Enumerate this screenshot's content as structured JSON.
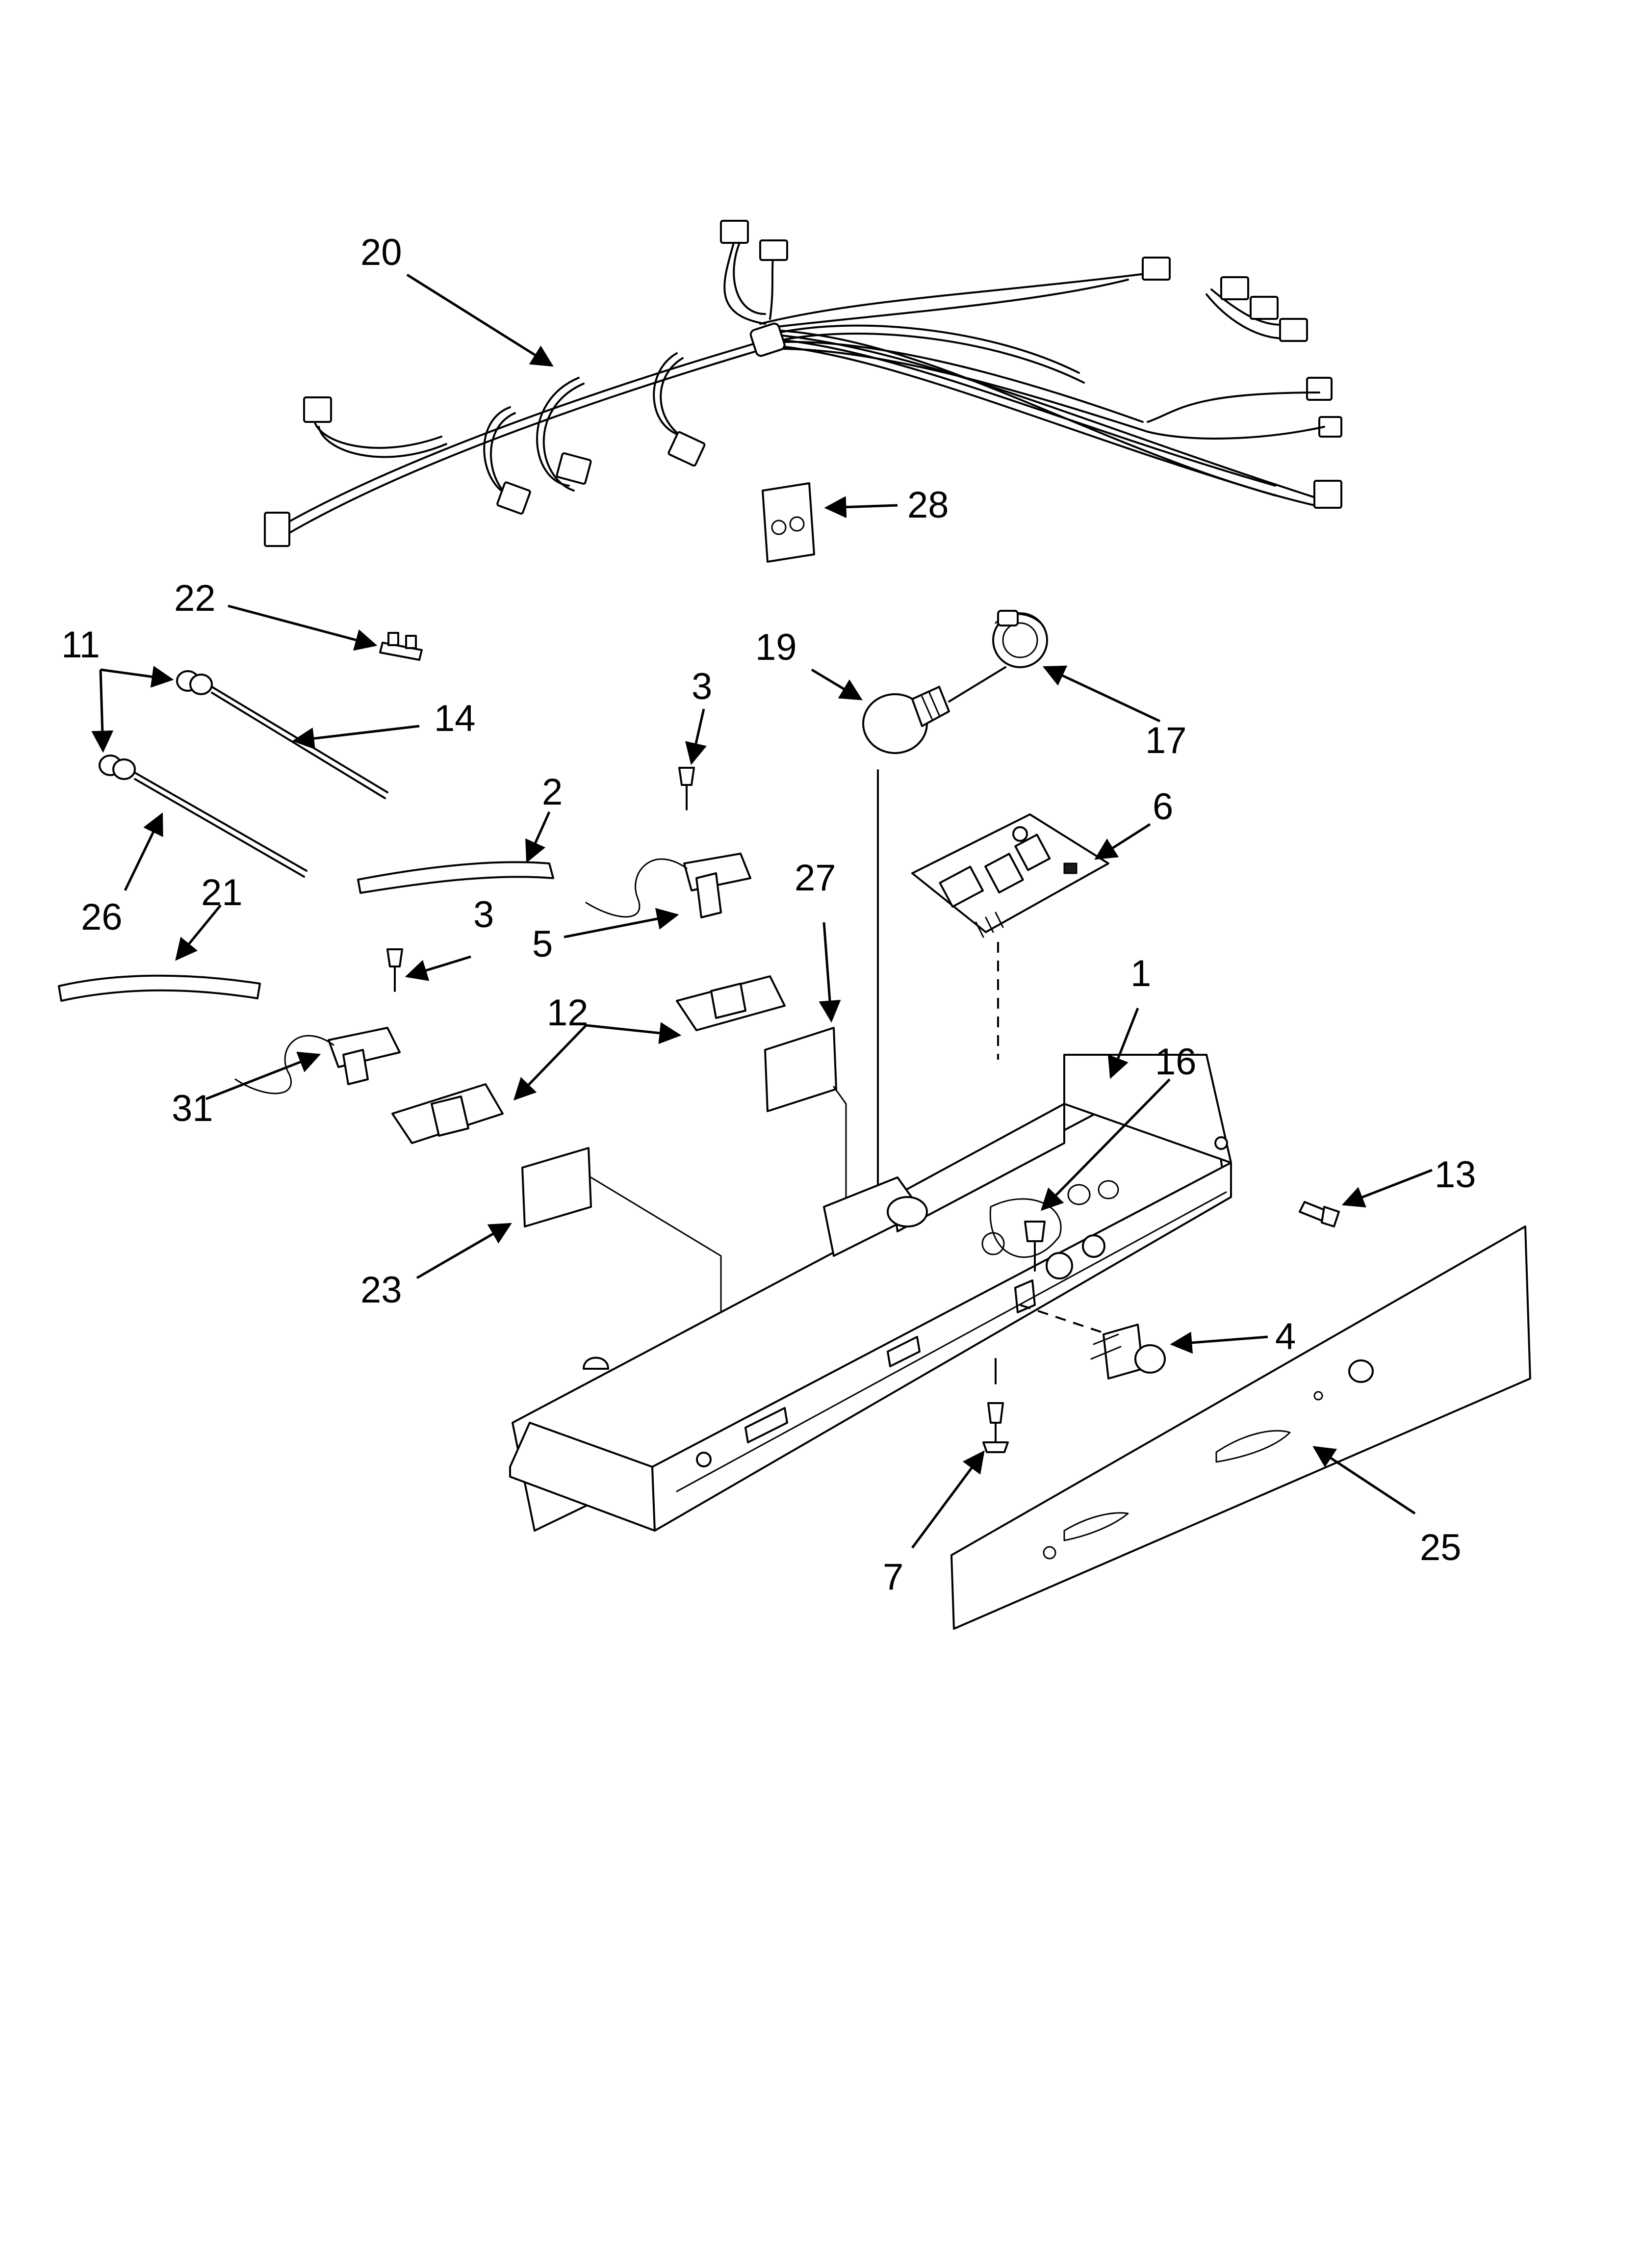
{
  "diagram": {
    "callouts": [
      {
        "id": "20",
        "label": "20"
      },
      {
        "id": "28",
        "label": "28"
      },
      {
        "id": "22",
        "label": "22"
      },
      {
        "id": "11",
        "label": "11"
      },
      {
        "id": "14",
        "label": "14"
      },
      {
        "id": "19",
        "label": "19"
      },
      {
        "id": "17",
        "label": "17"
      },
      {
        "id": "3a",
        "label": "3"
      },
      {
        "id": "2",
        "label": "2"
      },
      {
        "id": "6",
        "label": "6"
      },
      {
        "id": "26",
        "label": "26"
      },
      {
        "id": "21",
        "label": "21"
      },
      {
        "id": "27",
        "label": "27"
      },
      {
        "id": "5",
        "label": "5"
      },
      {
        "id": "3b",
        "label": "3"
      },
      {
        "id": "12",
        "label": "12"
      },
      {
        "id": "1",
        "label": "1"
      },
      {
        "id": "16",
        "label": "16"
      },
      {
        "id": "31",
        "label": "31"
      },
      {
        "id": "13",
        "label": "13"
      },
      {
        "id": "23",
        "label": "23"
      },
      {
        "id": "4",
        "label": "4"
      },
      {
        "id": "25",
        "label": "25"
      },
      {
        "id": "7",
        "label": "7"
      }
    ]
  }
}
